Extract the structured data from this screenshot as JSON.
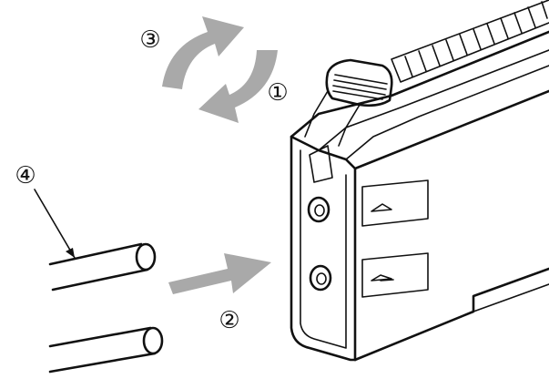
{
  "callouts": [
    {
      "id": "step-1",
      "label": "①"
    },
    {
      "id": "step-2",
      "label": "②"
    },
    {
      "id": "step-3",
      "label": "③"
    },
    {
      "id": "step-4",
      "label": "④"
    }
  ],
  "colors": {
    "arrow_gray": "#a9a9a9",
    "line_black": "#111111",
    "background": "#ffffff"
  }
}
